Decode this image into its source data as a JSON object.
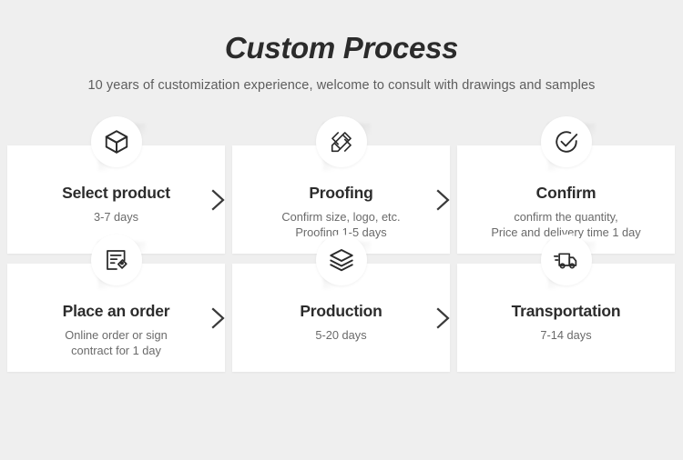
{
  "header": {
    "title": "Custom Process",
    "subtitle": "10 years of customization experience, welcome to consult with drawings and samples"
  },
  "colors": {
    "page_background": "#efefef",
    "card_background": "#ffffff",
    "title_text": "#2b2b2b",
    "subtitle_text": "#5d5d5d",
    "card_title_text": "#2c2c2c",
    "card_sub_text": "#6a6a6a",
    "icon_stroke": "#2b2b2b",
    "chevron_stroke": "#3a3a3a"
  },
  "steps": [
    {
      "index": 1,
      "icon": "cube-icon",
      "title": "Select product",
      "sub_lines": [
        "3-7 days"
      ],
      "has_arrow": true
    },
    {
      "index": 2,
      "icon": "pencil-ruler-icon",
      "title": "Proofing",
      "sub_lines": [
        "Confirm size, logo, etc.",
        "Proofing 1-5 days"
      ],
      "has_arrow": true
    },
    {
      "index": 3,
      "icon": "check-circle-icon",
      "title": "Confirm",
      "sub_lines": [
        "confirm the quantity,",
        "Price and delivery time 1 day"
      ],
      "has_arrow": false
    },
    {
      "index": 4,
      "icon": "order-document-icon",
      "title": "Place an order",
      "sub_lines": [
        "Online order or sign",
        "contract for 1 day"
      ],
      "has_arrow": true
    },
    {
      "index": 5,
      "icon": "layers-icon",
      "title": "Production",
      "sub_lines": [
        "5-20 days"
      ],
      "has_arrow": true
    },
    {
      "index": 6,
      "icon": "delivery-truck-icon",
      "title": "Transportation",
      "sub_lines": [
        "7-14 days"
      ],
      "has_arrow": false
    }
  ]
}
